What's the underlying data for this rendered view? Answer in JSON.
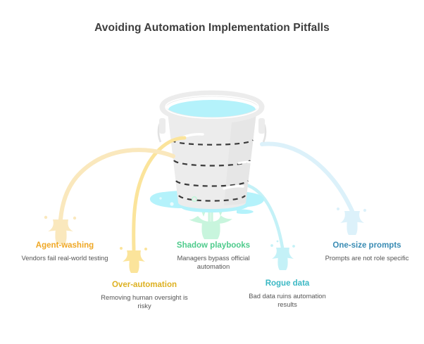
{
  "page": {
    "title": "Avoiding Automation Implementation Pitfalls",
    "background": "#ffffff"
  },
  "illustration": {
    "name": "leaky-bucket",
    "bucket_color": "#ececec",
    "bucket_outline": "#e0e0e0",
    "water_color": "#b4f2fb",
    "puddle_color": "#b4f2fb",
    "dashed_seam_color": "#3a3a3a",
    "leak_streams": [
      {
        "name": "leak-stream-agent-washing",
        "color": "#fae8bd",
        "direction": "left-far"
      },
      {
        "name": "leak-stream-over-automation",
        "color": "#fbe49b",
        "direction": "left-near"
      },
      {
        "name": "leak-stream-shadow-playbooks",
        "color": "#c8f5dd",
        "direction": "down-center"
      },
      {
        "name": "leak-stream-rogue-data",
        "color": "#c4f1f7",
        "direction": "right-near"
      },
      {
        "name": "leak-stream-one-size-prompts",
        "color": "#dcf1fa",
        "direction": "right-far"
      }
    ]
  },
  "pitfalls": [
    {
      "id": "agent-washing",
      "title": "Agent-washing",
      "description": "Vendors fail real-world testing",
      "color": "#efa724"
    },
    {
      "id": "over-automation",
      "title": "Over-automation",
      "description": "Removing human oversight is risky",
      "color": "#ddb122"
    },
    {
      "id": "shadow-playbooks",
      "title": "Shadow playbooks",
      "description": "Managers bypass official automation",
      "color": "#4ecb8c"
    },
    {
      "id": "rogue-data",
      "title": "Rogue data",
      "description": "Bad data ruins automation results",
      "color": "#3bb8c4"
    },
    {
      "id": "one-size-prompts",
      "title": "One-size prompts",
      "description": "Prompts are not role specific",
      "color": "#3a8cb4"
    }
  ]
}
